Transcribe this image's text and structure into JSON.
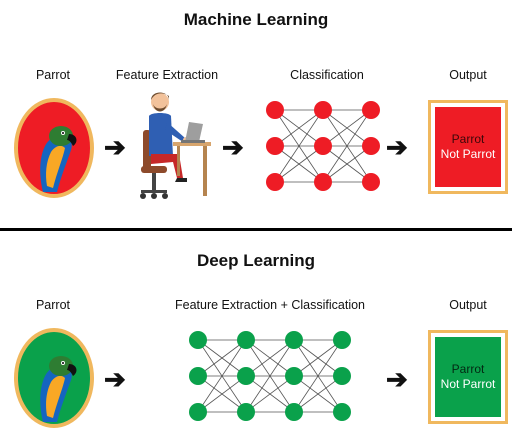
{
  "colors": {
    "ml_accent": "#ee1c25",
    "dl_accent": "#0aa14b",
    "frame": "#f0b85e",
    "lines": "#555555"
  },
  "machine_learning": {
    "title": "Machine Learning",
    "input_label": "Parrot",
    "feature_label": "Feature Extraction",
    "classification_label": "Classification",
    "output_label": "Output",
    "output_top": "Parrot",
    "output_bottom": "Not Parrot"
  },
  "deep_learning": {
    "title": "Deep Learning",
    "input_label": "Parrot",
    "combined_label": "Feature Extraction + Classification",
    "output_label": "Output",
    "output_top": "Parrot",
    "output_bottom": "Not Parrot"
  },
  "icons": {
    "input_image": "parrot-icon",
    "feature_image": "person-at-desk-icon",
    "arrow": "arrow-right-icon"
  }
}
